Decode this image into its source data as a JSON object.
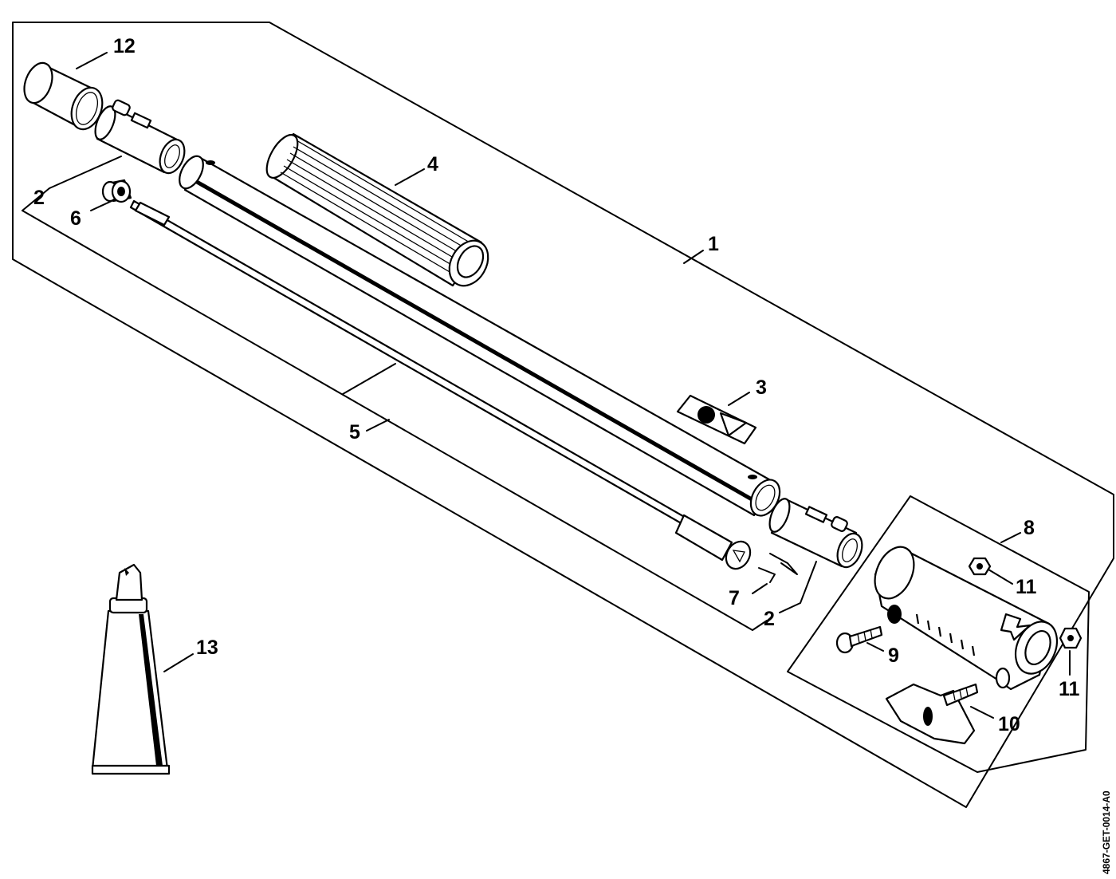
{
  "diagram": {
    "drawing_code": "4867-GET-0014-A0",
    "callouts": [
      "12",
      "2",
      "6",
      "4",
      "1",
      "3",
      "5",
      "8",
      "11",
      "7",
      "2",
      "9",
      "11",
      "13",
      "10"
    ],
    "parts": [
      "cap",
      "coupling-sleeve-rear",
      "damping-bushing",
      "drive-tube",
      "grip-hose",
      "drive-shaft",
      "label",
      "clip",
      "coupling-sleeve-front",
      "handle-clamp",
      "screw",
      "hex-nut",
      "wing-screw",
      "lubricant-tube"
    ],
    "colors": {
      "ink": "#000000",
      "paper": "#ffffff"
    }
  }
}
